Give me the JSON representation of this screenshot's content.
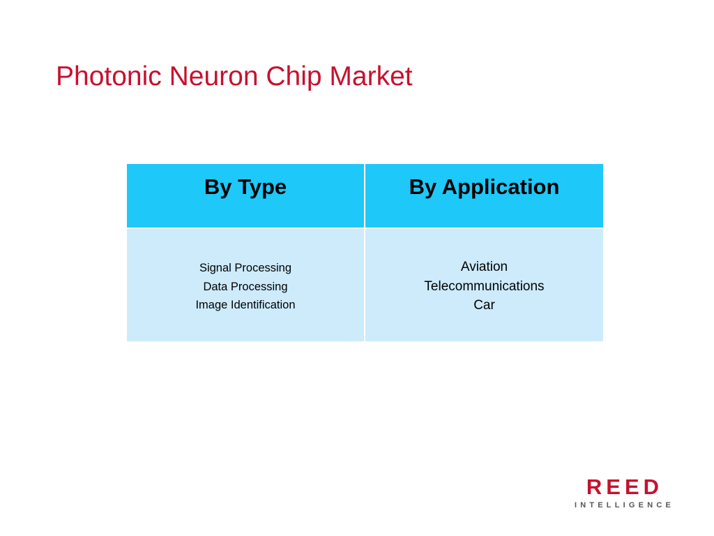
{
  "slide": {
    "title": "Photonic Neuron Chip Market"
  },
  "segmentation": {
    "columns": [
      {
        "header": "By Type",
        "items": [
          "Signal Processing",
          "Data Processing",
          "Image Identification"
        ]
      },
      {
        "header": "By Application",
        "items": [
          "Aviation",
          "Telecommunications",
          "Car"
        ]
      }
    ]
  },
  "logo": {
    "name": "REED",
    "tagline": "INTELLIGENCE"
  },
  "colors": {
    "title": "#c8102e",
    "header_fill": "#1ec8f9",
    "body_fill": "#cdebfb",
    "logo_main": "#c8102e",
    "logo_sub": "#555555"
  }
}
